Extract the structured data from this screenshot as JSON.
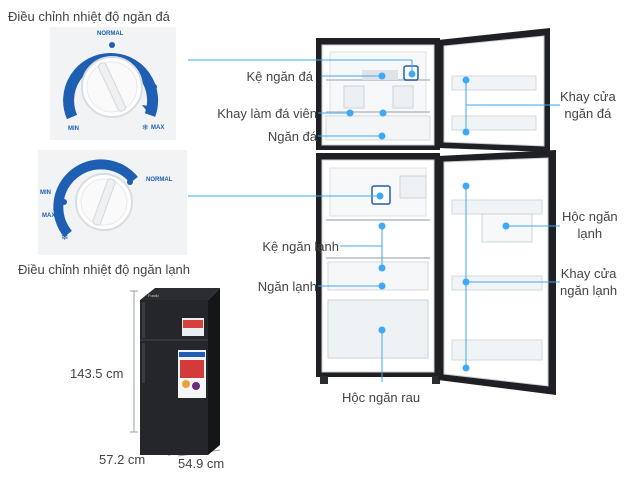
{
  "colors": {
    "leader_line": "#3fa9f5",
    "dial_arc": "#1e5fb3",
    "fridge_body": "#1e1f22",
    "interior": "#ffffff"
  },
  "icons": [
    "thermostat-dial-icon",
    "snowflake-icon",
    "fridge-product-icon"
  ],
  "freezer_dial": {
    "title": "Điều chỉnh nhiệt độ ngăn đá",
    "normal": "NORMAL",
    "min": "MIN",
    "max": "MAX"
  },
  "fridge_dial": {
    "title": "Điều chỉnh nhiệt độ ngăn lạnh",
    "normal": "NORMAL",
    "min": "MIN",
    "max": "MAX"
  },
  "labels_left": {
    "freezer_shelf": "Kệ ngăn đá",
    "ice_tray": "Khay làm đá viên",
    "freezer": "Ngăn đá",
    "fridge_shelf": "Kệ ngăn lạnh",
    "fridge": "Ngăn lạnh"
  },
  "labels_right": {
    "freezer_door_tray": [
      "Khay cửa",
      "ngăn đá"
    ],
    "fridge_box": [
      "Hộc ngăn",
      "lạnh"
    ],
    "fridge_door_tray": [
      "Khay cửa",
      "ngăn lạnh"
    ]
  },
  "labels_bottom": {
    "crisper": "Hộc ngăn rau"
  },
  "dimensions": {
    "height": "143.5 cm",
    "depth": "57.2 cm",
    "width": "54.9 cm"
  },
  "product_logo": "Funiki"
}
